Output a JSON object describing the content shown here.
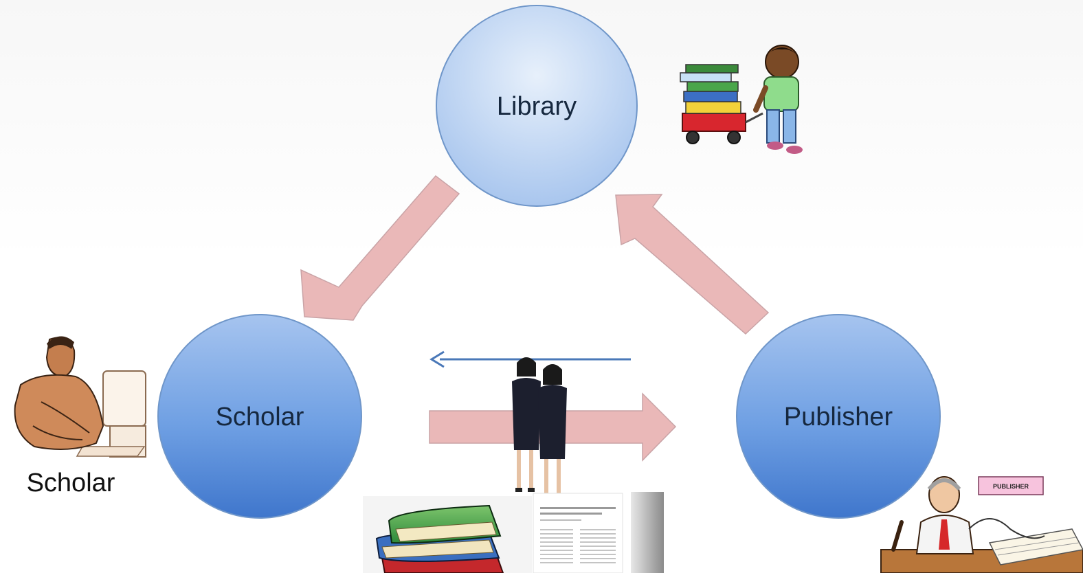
{
  "nodes": {
    "library": {
      "label": "Library"
    },
    "scholar": {
      "label": "Scholar"
    },
    "publisher": {
      "label": "Publisher"
    }
  },
  "scholar_caption": "Scholar",
  "publisher_badge": "PUBLISHER",
  "icons": {
    "library_clipart": "boy-pulling-wagon-of-books-icon",
    "scholar_clipart": "man-at-computer-icon",
    "publisher_clipart": "man-at-desk-with-papers-icon",
    "people_photo": "two-women-standing-icon",
    "books_clipart": "book-stack-icon",
    "paper_clipart": "printed-paper-page-icon"
  },
  "colors": {
    "node_fill_light": "#cfe0f7",
    "node_fill_dark": "#4c84d8",
    "node_stroke": "#6f96c9",
    "flow_arrow_fill": "#eab8b8",
    "flow_arrow_stroke": "#c9a3a6",
    "thin_arrow": "#4a78b8"
  }
}
